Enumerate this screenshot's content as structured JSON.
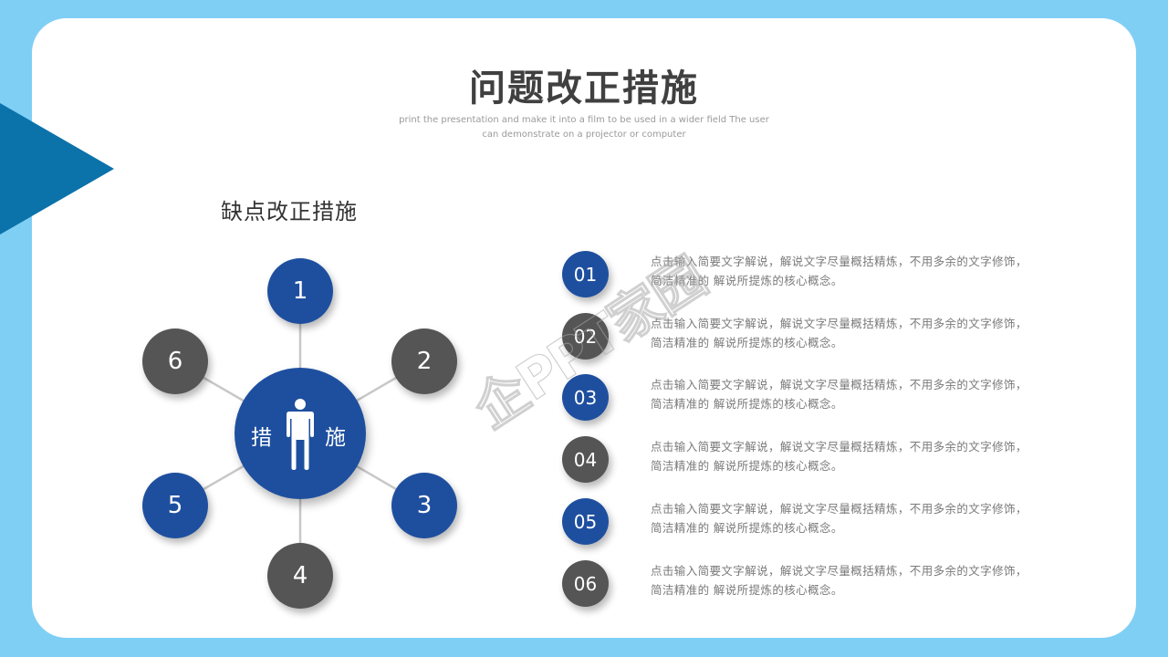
{
  "slide": {
    "title": "问题改正措施",
    "subtitle_en_line1": "print the presentation and make it into a film to be used in a wider field The user",
    "subtitle_en_line2": "can demonstrate on a projector or computer",
    "section_title": "缺点改正措施",
    "watermark": "企PPT家园"
  },
  "colors": {
    "background": "#7fcff5",
    "card": "#ffffff",
    "accent_triangle": "#0b72aa",
    "blue": "#1e4f9f",
    "gray": "#555555",
    "connector": "#c8c8c8"
  },
  "hub": {
    "left_label": "措",
    "right_label": "施",
    "icon": "person-icon"
  },
  "nodes": [
    {
      "label": "1",
      "color": "blue"
    },
    {
      "label": "2",
      "color": "gray"
    },
    {
      "label": "3",
      "color": "blue"
    },
    {
      "label": "4",
      "color": "gray"
    },
    {
      "label": "5",
      "color": "blue"
    },
    {
      "label": "6",
      "color": "gray"
    }
  ],
  "list": [
    {
      "num": "01",
      "color": "blue",
      "line1": "点击输入简要文字解说，解说文字尽量概括精炼，不用多余的文字修饰，",
      "line2": "简洁精准的 解说所提炼的核心概念。"
    },
    {
      "num": "02",
      "color": "gray",
      "line1": "点击输入简要文字解说，解说文字尽量概括精炼，不用多余的文字修饰，",
      "line2": "简洁精准的 解说所提炼的核心概念。"
    },
    {
      "num": "03",
      "color": "blue",
      "line1": "点击输入简要文字解说，解说文字尽量概括精炼，不用多余的文字修饰，",
      "line2": "简洁精准的 解说所提炼的核心概念。"
    },
    {
      "num": "04",
      "color": "gray",
      "line1": "点击输入简要文字解说，解说文字尽量概括精炼，不用多余的文字修饰，",
      "line2": "简洁精准的 解说所提炼的核心概念。"
    },
    {
      "num": "05",
      "color": "blue",
      "line1": "点击输入简要文字解说，解说文字尽量概括精炼，不用多余的文字修饰，",
      "line2": "简洁精准的 解说所提炼的核心概念。"
    },
    {
      "num": "06",
      "color": "gray",
      "line1": "点击输入简要文字解说，解说文字尽量概括精炼，不用多余的文字修饰，",
      "line2": "简洁精准的 解说所提炼的核心概念。"
    }
  ]
}
